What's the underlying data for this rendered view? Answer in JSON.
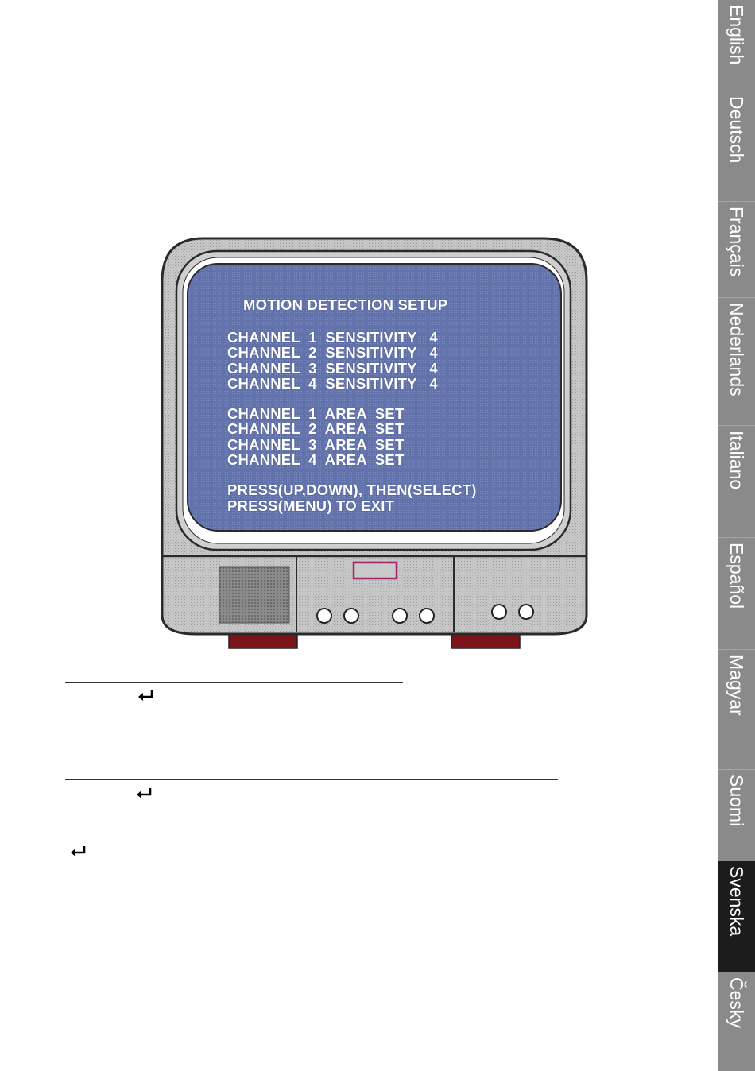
{
  "screen": {
    "title": "MOTION DETECTION SETUP",
    "sensitivity_rows": [
      "CHANNEL  1  SENSITIVITY   4",
      "CHANNEL  2  SENSITIVITY   4",
      "CHANNEL  3  SENSITIVITY   4",
      "CHANNEL  4  SENSITIVITY   4"
    ],
    "area_rows": [
      "CHANNEL  1  AREA  SET",
      "CHANNEL  2  AREA  SET",
      "CHANNEL  3  AREA  SET",
      "CHANNEL  4  AREA  SET"
    ],
    "instructions": [
      "PRESS(UP,DOWN), THEN(SELECT)",
      "PRESS(MENU) TO EXIT"
    ]
  },
  "languages": [
    {
      "label": "English",
      "active": false
    },
    {
      "label": "Deutsch",
      "active": false
    },
    {
      "label": "Français",
      "active": false
    },
    {
      "label": "Nederlands",
      "active": false
    },
    {
      "label": "Italiano",
      "active": false
    },
    {
      "label": "Español",
      "active": false
    },
    {
      "label": "Magyar",
      "active": false
    },
    {
      "label": "Suomi",
      "active": false
    },
    {
      "label": "Svenska",
      "active": true
    },
    {
      "label": "Česky",
      "active": false
    }
  ],
  "icons": {
    "enter": "enter-key-icon"
  },
  "colors": {
    "screen_blue": "#5f6fa6",
    "monitor_gray": "#c4c4c4",
    "feet_red": "#7a1418",
    "led_magenta": "#a0286a",
    "tab_gray": "#8a8a8a",
    "tab_active": "#1c1c1c"
  }
}
